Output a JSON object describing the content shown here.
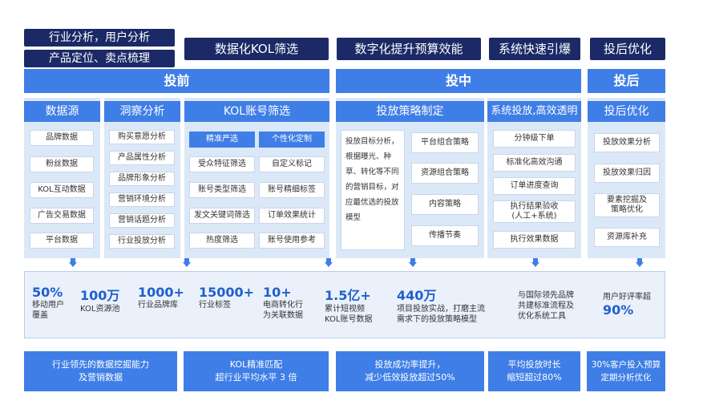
{
  "top_tags": [
    "行业分析，用户分析",
    "产品定位、卖点梳理",
    "数据化KOL筛选",
    "数字化提升预算效能",
    "系统快速引爆",
    "投后优化"
  ],
  "phases": [
    "投前",
    "投中",
    "投后"
  ],
  "columns": {
    "data_source": {
      "title": "数据源",
      "items": [
        "品牌数据",
        "粉丝数据",
        "KOL互动数据",
        "广告交易数据",
        "平台数据"
      ]
    },
    "insight": {
      "title": "洞察分析",
      "items": [
        "购买意愿分析",
        "产品属性分析",
        "品牌形象分析",
        "营销环境分析",
        "营销话题分析",
        "行业投放分析"
      ]
    },
    "kol": {
      "title": "KOL账号筛选",
      "left": [
        "精准严选",
        "受众特征筛选",
        "账号类型筛选",
        "发文关键词筛选",
        "热度筛选"
      ],
      "right": [
        "个性化定制",
        "自定义标记",
        "账号精细标签",
        "订单效果统计",
        "账号使用参考"
      ]
    },
    "strategy": {
      "title": "投放策略制定",
      "desc": "投放目标分析，根据曝光、种草、转化等不同的营销目标，对应最优选的投放模型",
      "items": [
        "平台组合策略",
        "资源组合策略",
        "内容策略",
        "传播节奏"
      ]
    },
    "system": {
      "title": "系统投放,高效透明",
      "items": [
        "分钟级下单",
        "标准化高效沟通",
        "订单进度查询",
        "执行结果验收\n(人工+系统)",
        "执行效果数据"
      ]
    },
    "post": {
      "title": "投后优化",
      "items": [
        "投放效果分析",
        "投放效果归因",
        "要素挖掘及\n策略优化",
        "资源库补充"
      ]
    }
  },
  "stats": [
    {
      "num": "50%",
      "label": "移动用户\n覆盖"
    },
    {
      "num": "100万",
      "label": "KOL资源池"
    },
    {
      "num": "1000+",
      "label": "行业品牌库"
    },
    {
      "num": "15000+",
      "label": "行业标签"
    },
    {
      "num": "10+",
      "label": "电商转化行\n为关联数据"
    },
    {
      "num": "1.5亿+",
      "label": "累计短视频\nKOL账号数据"
    },
    {
      "num": "440万",
      "label": "项目投放实战，打磨主流\n需求下的投放策略模型"
    },
    {
      "num": "",
      "label": "与国际领先品牌\n共建标准流程及\n优化系统工具"
    },
    {
      "num": "90%",
      "label": "用户好评率超"
    }
  ],
  "bottom": [
    "行业领先的数据挖掘能力\n及营销数据",
    "KOL精准匹配\n超行业平均水平 3 倍",
    "投放成功率提升，\n减少低效投放超过50%",
    "平均投放时长\n缩短超过80%",
    "30%客户投入预算\n定期分析优化"
  ]
}
